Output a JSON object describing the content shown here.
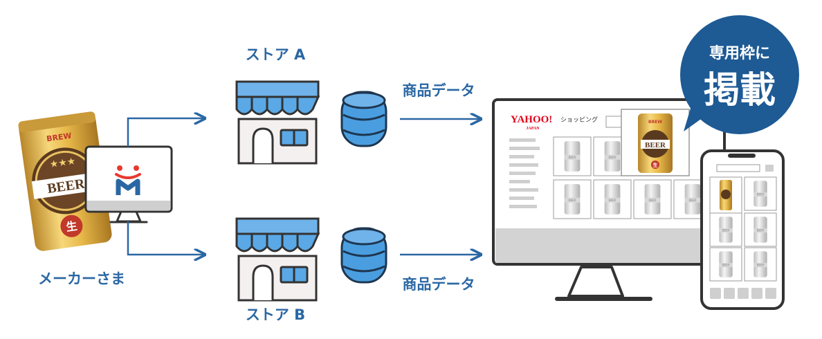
{
  "maker": {
    "label": "メーカーさま",
    "can_brand": "BREW",
    "can_main": "BEER",
    "can_sub": "生"
  },
  "store_a": {
    "label": "ストア A"
  },
  "store_b": {
    "label": "ストア B"
  },
  "data_flow": {
    "top_label": "商品データ",
    "bottom_label": "商品データ"
  },
  "mall": {
    "logo_main": "YAHOO!",
    "logo_sub": "JAPAN",
    "logo_suffix": "ショッピング",
    "thumb_label": "BEER"
  },
  "featured": {
    "brand": "BREW",
    "main": "BEER",
    "sub": "生"
  },
  "bubble": {
    "line1": "専用枠に",
    "line2": "掲載"
  },
  "colors": {
    "primary": "#2a67a3",
    "accent_blue": "#4a9ee0",
    "dark_navy": "#1e3650",
    "logo_red": "#e0001a",
    "gold": "#d8a52a"
  }
}
